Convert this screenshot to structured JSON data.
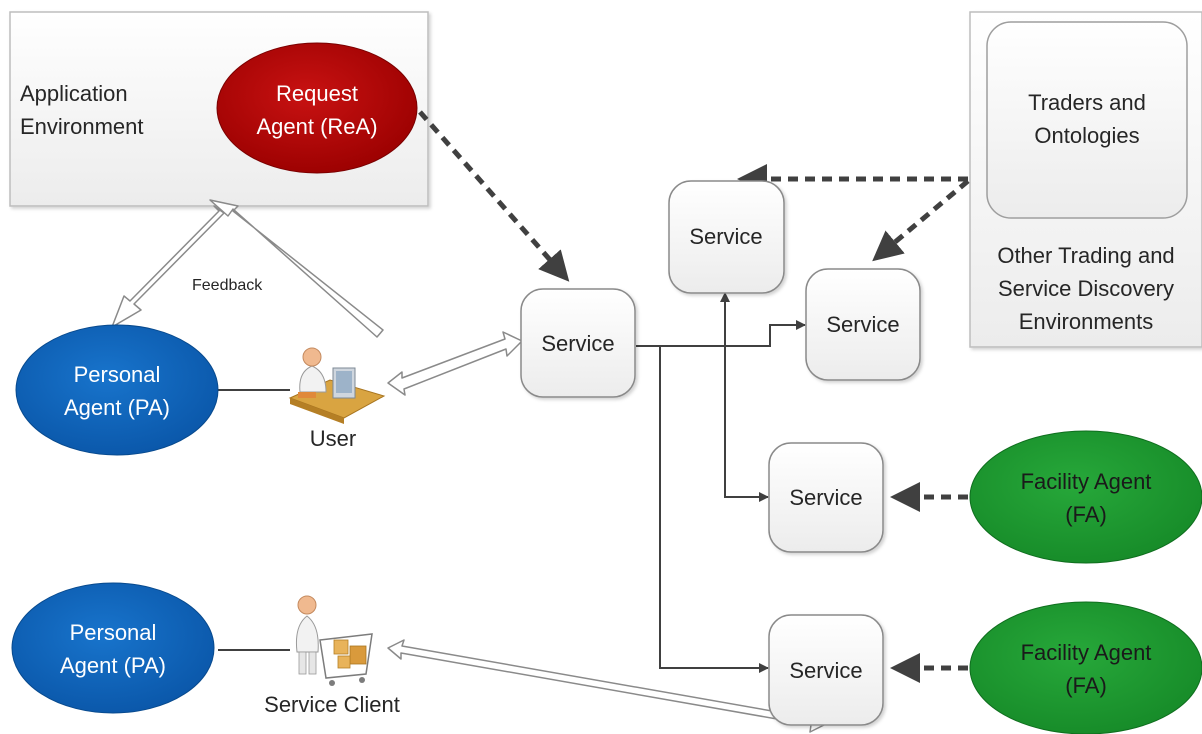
{
  "environments": {
    "application": {
      "line1": "Application",
      "line2": "Environment"
    },
    "traders": {
      "line1": "Traders and",
      "line2": "Ontologies"
    },
    "other": {
      "line1": "Other Trading and",
      "line2": "Service Discovery",
      "line3": "Environments"
    }
  },
  "agents": {
    "request": {
      "line1": "Request",
      "line2": "Agent (ReA)",
      "color": "#C00000"
    },
    "personal_top": {
      "line1": "Personal",
      "line2": "Agent (PA)",
      "color": "#0F6FC6"
    },
    "personal_bottom": {
      "line1": "Personal",
      "line2": "Agent (PA)",
      "color": "#0F6FC6"
    },
    "facility_top": {
      "line1": "Facility Agent",
      "line2": "(FA)",
      "color": "#1E9E33"
    },
    "facility_bottom": {
      "line1": "Facility Agent",
      "line2": "(FA)",
      "color": "#1E9E33"
    }
  },
  "services": {
    "central": "Service",
    "upper": "Service",
    "right": "Service",
    "facility_top": "Service",
    "facility_bottom": "Service"
  },
  "people": {
    "user": "User",
    "client": "Service Client"
  },
  "feedback_label": "Feedback"
}
